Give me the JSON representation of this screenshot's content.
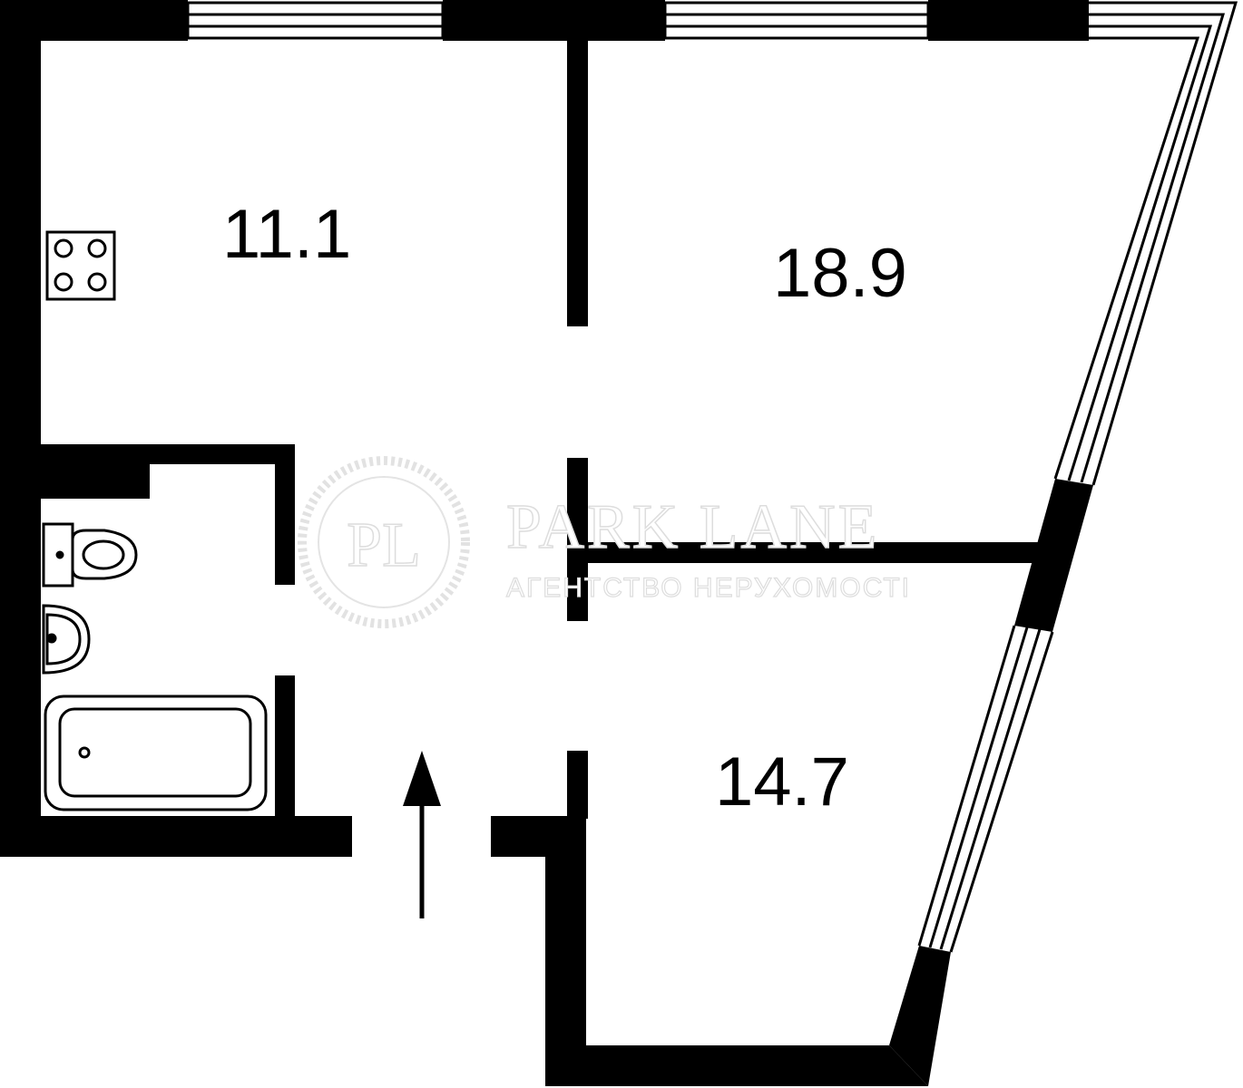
{
  "rooms": [
    {
      "id": "kitchen",
      "area": "11.1"
    },
    {
      "id": "living-room",
      "area": "18.9"
    },
    {
      "id": "bedroom",
      "area": "14.7"
    }
  ],
  "watermark": {
    "logo": "PL",
    "title": "PARK LANE",
    "subtitle": "АГЕНТСТВО НЕРУХОМОСТІ"
  },
  "colors": {
    "wall": "#000000",
    "background": "#ffffff",
    "watermark": "#dddddd"
  },
  "icons": [
    "stove-icon",
    "toilet-icon",
    "sink-icon",
    "bathtub-icon",
    "entrance-arrow-icon"
  ]
}
